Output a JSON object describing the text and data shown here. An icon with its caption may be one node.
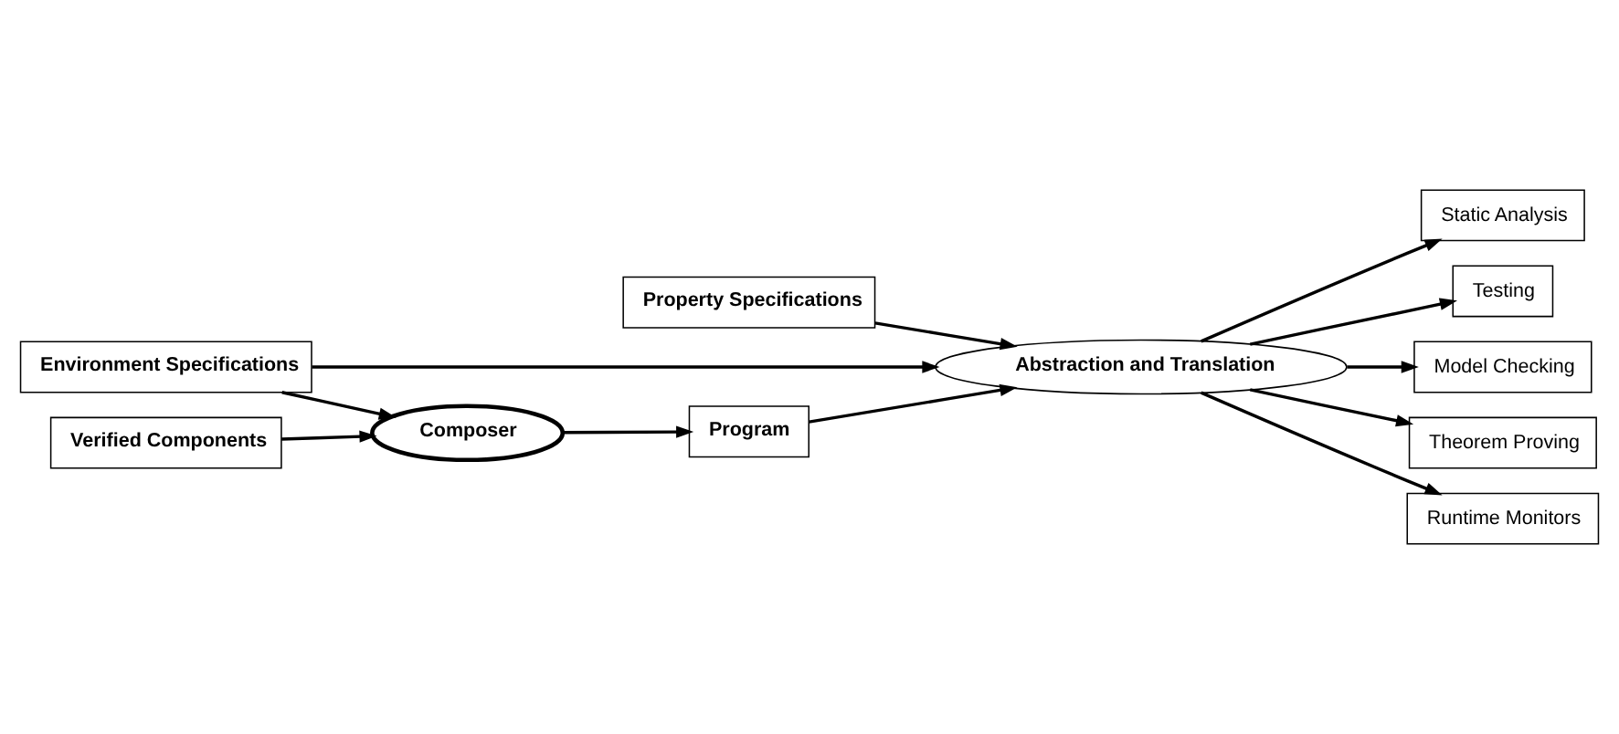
{
  "diagram": {
    "nodes": [
      {
        "text": [
          "Property Specifications"
        ]
      },
      {
        "text": [
          "Environment Specifications"
        ]
      },
      {
        "text": [
          "Abstraction and Translation"
        ]
      },
      {
        "text": [
          "Program"
        ]
      },
      {
        "text": [
          "Composer"
        ]
      },
      {
        "text": [
          "Verified Components"
        ]
      },
      {
        "text": [
          "Static Analysis"
        ]
      },
      {
        "text": [
          "Testing"
        ]
      },
      {
        "text": [
          "Model Checking"
        ]
      },
      {
        "text": [
          "Theorem Proving"
        ]
      },
      {
        "text": [
          "Runtime Monitors"
        ]
      }
    ],
    "edges": [
      {
        "from": 0,
        "to": 2,
        "arrow": "to"
      },
      {
        "from": 1,
        "to": 2,
        "arrow": "to"
      },
      {
        "from": 3,
        "to": 2,
        "arrow": "to"
      },
      {
        "from": 1,
        "to": 4,
        "arrow": "to"
      },
      {
        "from": 4,
        "to": 3,
        "arrow": "to"
      },
      {
        "from": 5,
        "to": 4,
        "arrow": "to"
      },
      {
        "from": 2,
        "to": 6,
        "arrow": "to"
      },
      {
        "from": 2,
        "to": 7,
        "arrow": "to"
      },
      {
        "from": 2,
        "to": 8,
        "arrow": "to"
      },
      {
        "from": 2,
        "to": 9,
        "arrow": "to"
      },
      {
        "from": 2,
        "to": 10,
        "arrow": "to"
      }
    ]
  }
}
